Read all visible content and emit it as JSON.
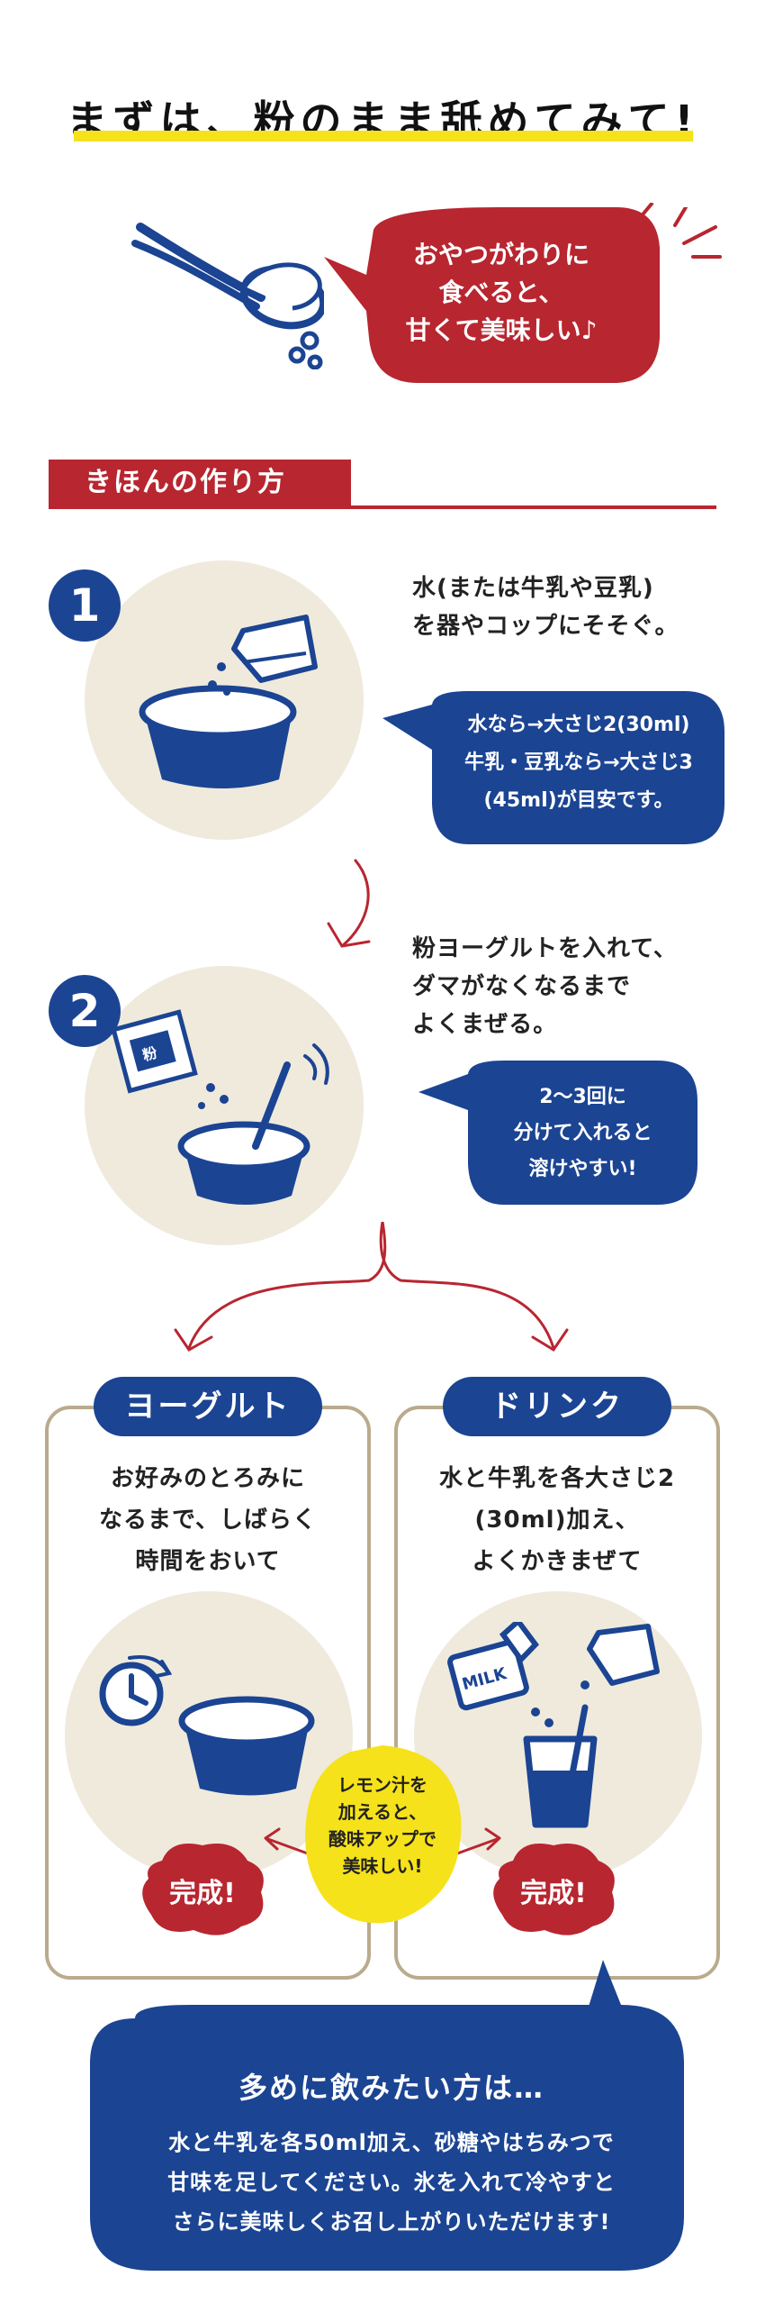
{
  "header": {
    "title": "まずは、粉のまま舐めてみて!"
  },
  "intro_bubble": {
    "lines": [
      "おやつがわりに",
      "食べると、",
      "甘くて美味しい♪"
    ]
  },
  "section": {
    "label": "きほんの作り方"
  },
  "steps": [
    {
      "number": "1",
      "lines": [
        "水(または牛乳や豆乳)",
        "を器やコップにそそぐ。"
      ],
      "tip": [
        "水なら→大さじ2(30ml)",
        "牛乳・豆乳なら→大さじ3",
        "(45ml)が目安です。"
      ]
    },
    {
      "number": "2",
      "lines": [
        "粉ヨーグルトを入れて、",
        "ダマがなくなるまで",
        "よくまぜる。"
      ],
      "tip": [
        "2〜3回に",
        "分けて入れると",
        "溶けやすい!"
      ]
    }
  ],
  "variants": [
    {
      "label": "ヨーグルト",
      "lines": [
        "お好みのとろみに",
        "なるまで、しばらく",
        "時間をおいて"
      ],
      "done": "完成!"
    },
    {
      "label": "ドリンク",
      "lines": [
        "水と牛乳を各大さじ2",
        "(30ml)加え、",
        "よくかきまぜて"
      ],
      "done": "完成!"
    }
  ],
  "lemon_tip": {
    "lines": [
      "レモン汁を",
      "加えると、",
      "酸味アップで",
      "美味しい!"
    ]
  },
  "final": {
    "title": "多めに飲みたい方は…",
    "lines": [
      "水と牛乳を各50ml加え、砂糖やはちみつで",
      "甘味を足してください。氷を入れて冷やすと",
      "さらに美味しくお召し上がりいただけます!"
    ]
  },
  "icons": {
    "packet_label": "粉",
    "milk_label": "MILK"
  },
  "colors": {
    "navy": "#1b4493",
    "red": "#b82630",
    "yellow": "#f6e21a",
    "beige": "#efeadc",
    "border": "#b9ab8c"
  }
}
